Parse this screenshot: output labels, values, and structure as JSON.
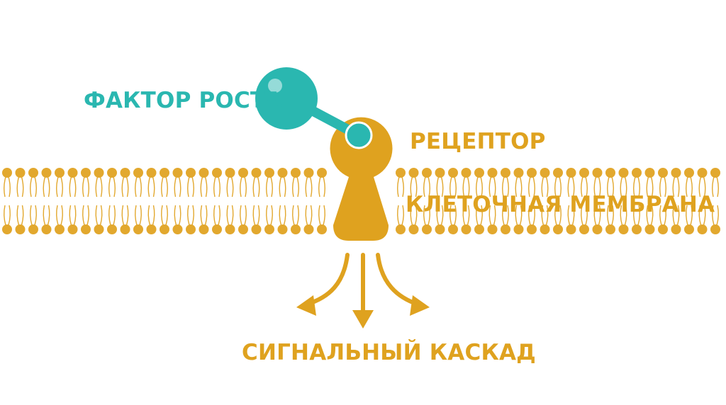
{
  "labels": {
    "growth_factor": "ФАКТОР РОСТА",
    "receptor": "РЕЦЕПТОР",
    "cell_membrane": "КЛЕТОЧНАЯ МЕМБРАНА",
    "signal_cascade": "СИГНАЛЬНЫЙ КАСКАД"
  },
  "colors": {
    "growth_factor": "#2ab7b0",
    "receptor": "#dfa21f",
    "membrane": "#e2a82e",
    "background": "#ffffff"
  }
}
